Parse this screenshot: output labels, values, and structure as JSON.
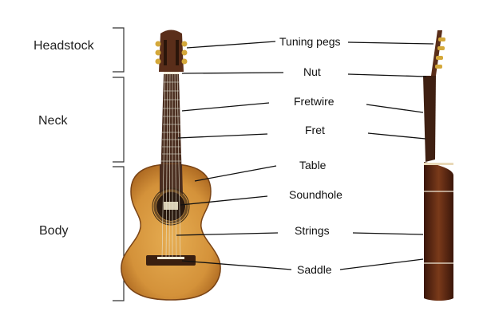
{
  "sections": {
    "headstock": "Headstock",
    "neck": "Neck",
    "body": "Body"
  },
  "parts": {
    "tuning_pegs": "Tuning pegs",
    "nut": "Nut",
    "fretwire": "Fretwire",
    "fret": "Fret",
    "table": "Table",
    "soundhole": "Soundhole",
    "strings": "Strings",
    "saddle": "Saddle"
  },
  "colors": {
    "top_wood": "#d89a3a",
    "top_wood_dark": "#b8742a",
    "fingerboard": "#4a2d1f",
    "headstock_wood": "#5a2e1a",
    "side_wood": "#6b3216",
    "tuner_gold": "#d4a83a"
  }
}
